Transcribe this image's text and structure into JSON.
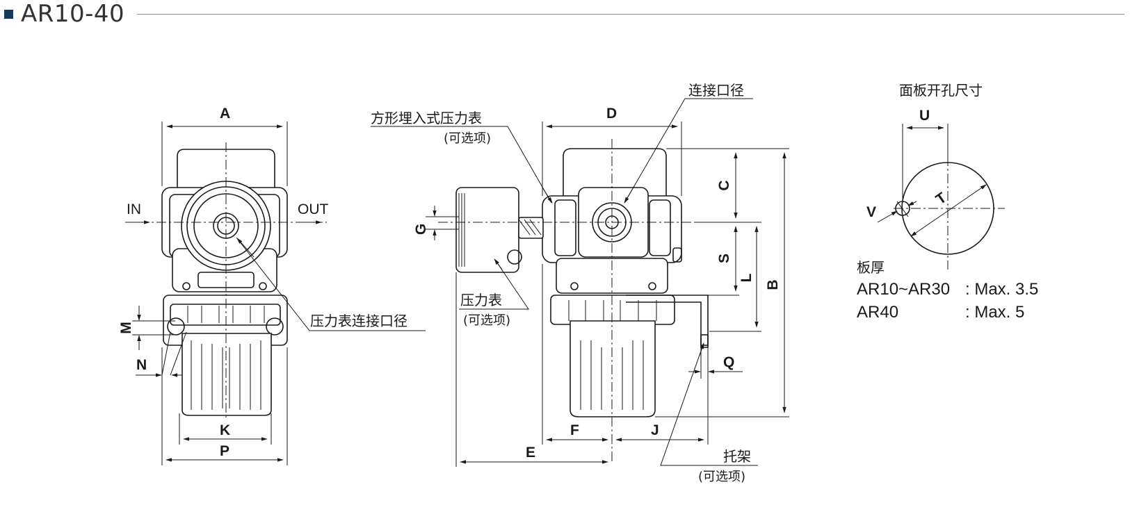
{
  "header": {
    "title": "AR10-40"
  },
  "front_view": {
    "labels": {
      "A": "A",
      "K": "K",
      "P": "P",
      "M": "M",
      "N": "N",
      "in": "IN",
      "out": "OUT"
    },
    "callout_gauge_port": "压力表连接口径"
  },
  "side_view": {
    "labels": {
      "D": "D",
      "C": "C",
      "S": "S",
      "L": "L",
      "B": "B",
      "G": "G",
      "E": "E",
      "F": "F",
      "J": "J",
      "Q": "Q"
    },
    "callout_square_gauge": "方形埋入式压力表",
    "callout_square_gauge_opt": "(可选项)",
    "callout_port": "连接口径",
    "callout_gauge": "压力表",
    "callout_gauge_opt": "(可选项)",
    "callout_bracket": "托架",
    "callout_bracket_opt": "(可选项)"
  },
  "panel_cutout": {
    "title": "面板开孔尺寸",
    "labels": {
      "U": "U",
      "T": "T",
      "V": "V"
    },
    "thickness_title": "板厚",
    "thickness_rows": [
      {
        "model": "AR10~AR30",
        "value": ": Max. 3.5"
      },
      {
        "model": "AR40",
        "value": ": Max. 5"
      }
    ]
  }
}
